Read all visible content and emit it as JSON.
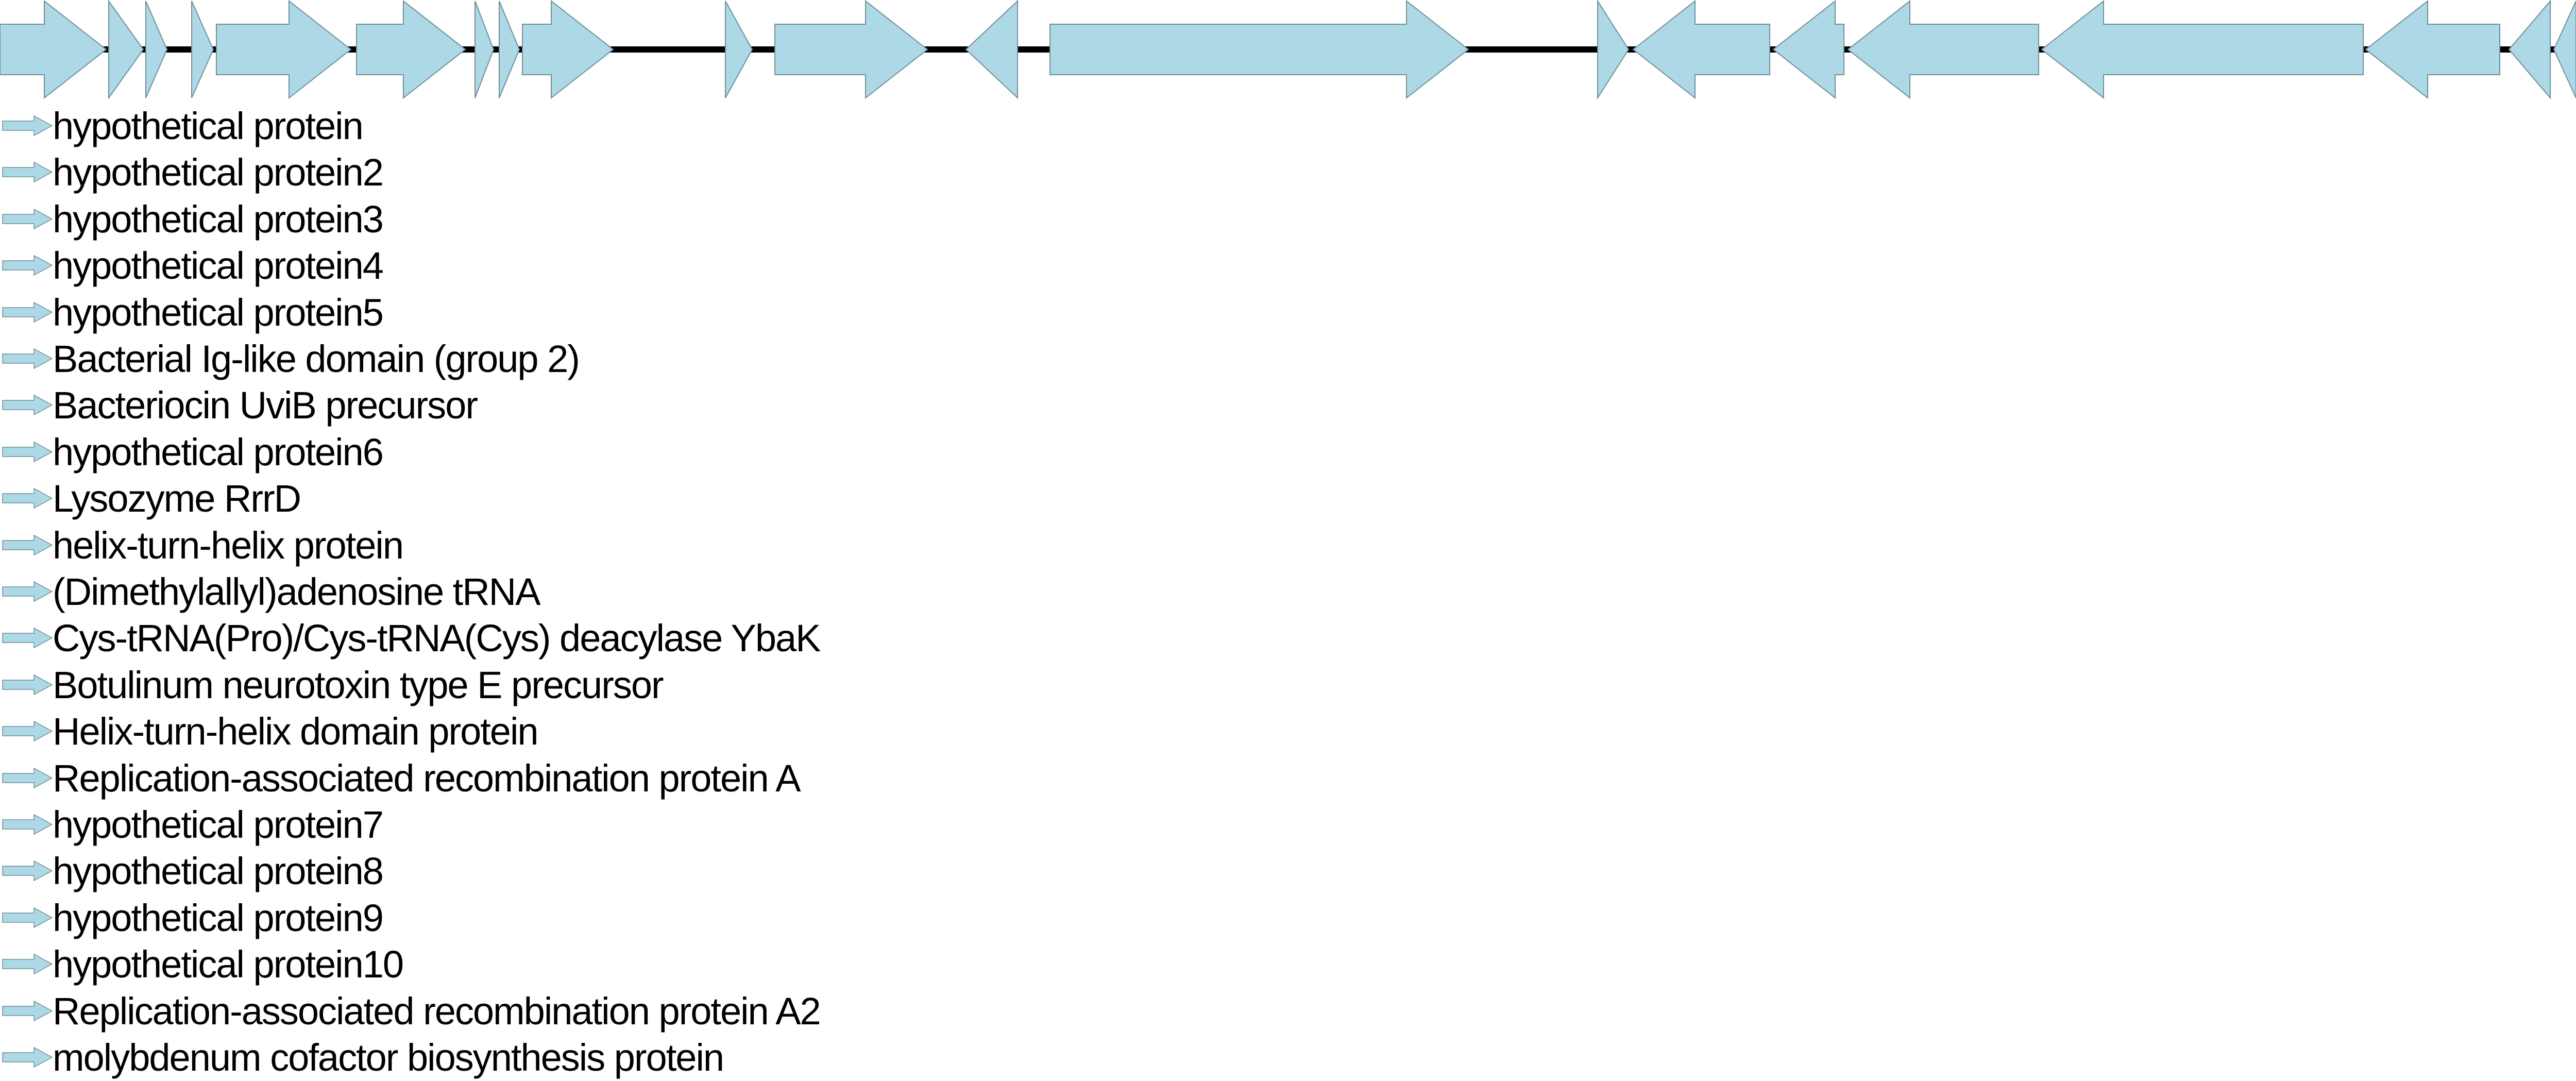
{
  "colors": {
    "gene_fill": "#add8e6",
    "gene_stroke": "#6f8f9a",
    "backbone": "#000000",
    "text": "#000000"
  },
  "map": {
    "genes": [
      {
        "start": 0,
        "end": 206,
        "strand": "+"
      },
      {
        "start": 211,
        "end": 278,
        "strand": "+"
      },
      {
        "start": 283,
        "end": 324,
        "strand": "+"
      },
      {
        "start": 372,
        "end": 414,
        "strand": "+"
      },
      {
        "start": 420,
        "end": 681,
        "strand": "+"
      },
      {
        "start": 692,
        "end": 903,
        "strand": "+"
      },
      {
        "start": 922,
        "end": 958,
        "strand": "+"
      },
      {
        "start": 969,
        "end": 1008,
        "strand": "+"
      },
      {
        "start": 1014,
        "end": 1190,
        "strand": "+"
      },
      {
        "start": 1408,
        "end": 1460,
        "strand": "+"
      },
      {
        "start": 1504,
        "end": 1800,
        "strand": "+"
      },
      {
        "start": 1875,
        "end": 1975,
        "strand": "-"
      },
      {
        "start": 2038,
        "end": 2850,
        "strand": "+"
      },
      {
        "start": 3101,
        "end": 3161,
        "strand": "+"
      },
      {
        "start": 3170,
        "end": 3435,
        "strand": "-"
      },
      {
        "start": 3442,
        "end": 3579,
        "strand": "-"
      },
      {
        "start": 3587,
        "end": 3957,
        "strand": "-"
      },
      {
        "start": 3963,
        "end": 4587,
        "strand": "-"
      },
      {
        "start": 4592,
        "end": 4852,
        "strand": "-"
      },
      {
        "start": 4870,
        "end": 4950,
        "strand": "-"
      },
      {
        "start": 4957,
        "end": 5000,
        "strand": "-"
      }
    ]
  },
  "legend": {
    "items": [
      {
        "label": "hypothetical protein"
      },
      {
        "label": "hypothetical protein2"
      },
      {
        "label": "hypothetical protein3"
      },
      {
        "label": "hypothetical protein4"
      },
      {
        "label": "hypothetical protein5"
      },
      {
        "label": "Bacterial Ig-like domain (group 2)"
      },
      {
        "label": "Bacteriocin UviB precursor"
      },
      {
        "label": "hypothetical protein6"
      },
      {
        "label": "Lysozyme RrrD"
      },
      {
        "label": "helix-turn-helix protein"
      },
      {
        "label": "(Dimethylallyl)adenosine tRNA"
      },
      {
        "label": "Cys-tRNA(Pro)/Cys-tRNA(Cys) deacylase YbaK"
      },
      {
        "label": "Botulinum neurotoxin type E precursor"
      },
      {
        "label": "Helix-turn-helix domain protein"
      },
      {
        "label": "Replication-associated recombination protein A"
      },
      {
        "label": "hypothetical protein7"
      },
      {
        "label": "hypothetical protein8"
      },
      {
        "label": "hypothetical protein9"
      },
      {
        "label": "hypothetical protein10"
      },
      {
        "label": "Replication-associated recombination protein A2"
      },
      {
        "label": "molybdenum cofactor biosynthesis protein"
      }
    ]
  }
}
